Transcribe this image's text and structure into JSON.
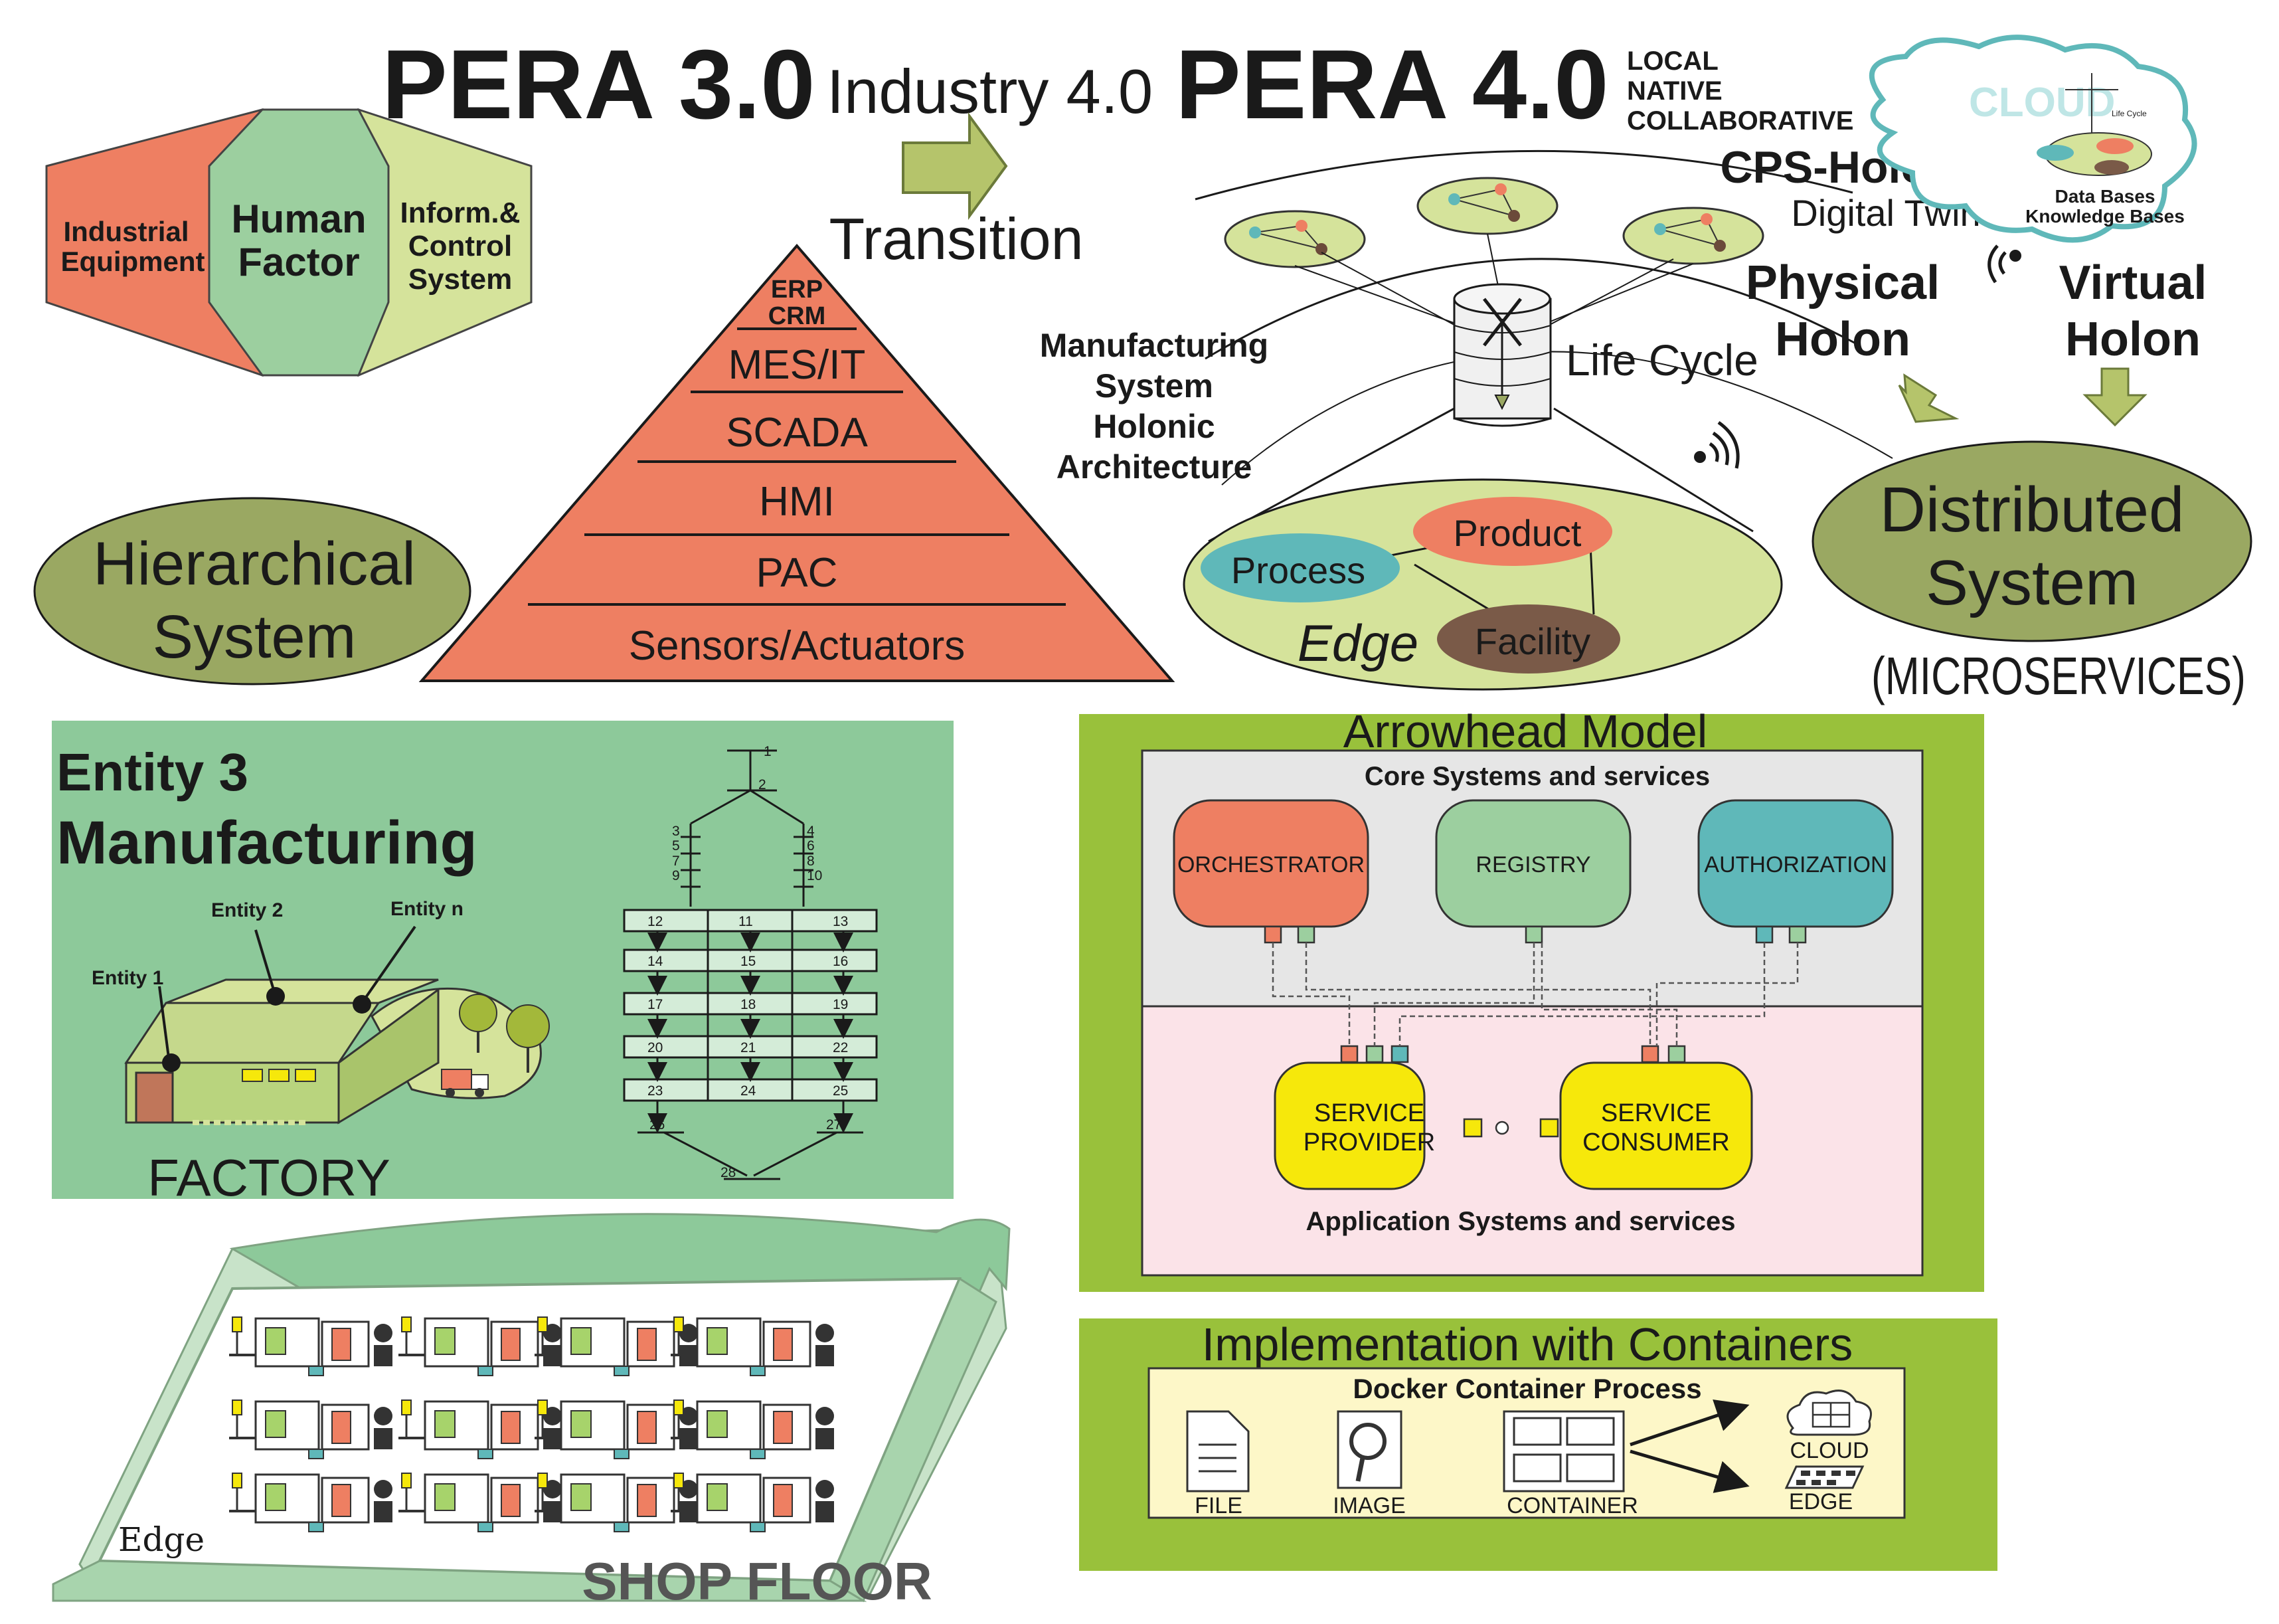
{
  "colors": {
    "salmon": "#ee7f62",
    "green_light": "#d5e39b",
    "olive": "#9aa862",
    "teal": "#5fb8b9",
    "mint": "#9ccf9f",
    "panel_green": "#8dc99a",
    "arrowhead_border": "#99c13b",
    "yellow": "#f6e80b",
    "pink_bg": "#fbe3e8"
  },
  "header": {
    "pera3": "PERA 3.0",
    "industry": "Industry 4.0",
    "pera4": "PERA 4.0",
    "local_lines": [
      "LOCAL",
      "NATIVE",
      "COLLABORATIVE"
    ]
  },
  "pera3_model": {
    "left": [
      "Industrial",
      "Equipment"
    ],
    "center": [
      "Human",
      "Factor"
    ],
    "right": [
      "Inform.&",
      "Control",
      "System"
    ]
  },
  "transition": "Transition",
  "pyramid": {
    "top": [
      "ERP",
      "CRM"
    ],
    "levels": [
      "MES/IT",
      "SCADA",
      "HMI",
      "PAC",
      "Sensors/Actuators"
    ]
  },
  "hierarchical": [
    "Hierarchical",
    "System"
  ],
  "holonic": {
    "arch_label": [
      "Manufacturing",
      "System",
      "Holonic",
      "Architecture"
    ],
    "life_cycle": "Life Cycle",
    "cps_holon": "CPS-Holon",
    "digital_twin": "Digital Twin",
    "edge": "Edge",
    "product": "Product",
    "process": "Process",
    "facility": "Facility",
    "cloud": "CLOUD",
    "cloud_mini": "Life Cycle",
    "databases": [
      "Data Bases",
      "Knowledge Bases"
    ],
    "physical": [
      "Physical",
      "Holon"
    ],
    "virtual": [
      "Virtual",
      "Holon"
    ],
    "distributed": [
      "Distributed",
      "System"
    ],
    "microservices": "(MICROSERVICES)"
  },
  "manufacturing": {
    "title": [
      "Entity 3",
      "Manufacturing"
    ],
    "entity1": "Entity 1",
    "entity2": "Entity 2",
    "entityn": "Entity n",
    "factory": "FACTORY",
    "network_numbers": [
      "1",
      "2",
      "3",
      "4",
      "5",
      "6",
      "7",
      "8",
      "9",
      "10",
      "11",
      "12",
      "13",
      "14",
      "15",
      "16",
      "17",
      "18",
      "19",
      "20",
      "21",
      "22",
      "23",
      "24",
      "25",
      "26",
      "27",
      "28"
    ]
  },
  "shop_floor": {
    "edge": "Edge",
    "title": "SHOP FLOOR"
  },
  "arrowhead": {
    "title": "Arrowhead Model",
    "core_label": "Core Systems and services",
    "orchestrator": "ORCHESTRATOR",
    "registry": "REGISTRY",
    "authorization": "AUTHORIZATION",
    "service_provider": [
      "SERVICE",
      "PROVIDER"
    ],
    "service_consumer": [
      "SERVICE",
      "CONSUMER"
    ],
    "app_label": "Application Systems and services"
  },
  "containers": {
    "title": "Implementation with Containers",
    "subtitle": "Docker Container Process",
    "file": "FILE",
    "image": "IMAGE",
    "container": "CONTAINER",
    "cloud": "CLOUD",
    "edge": "EDGE"
  }
}
